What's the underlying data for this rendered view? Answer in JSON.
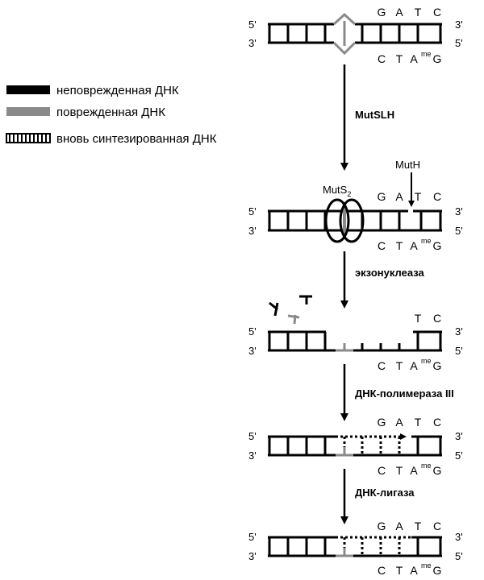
{
  "legend": {
    "undamaged": "неповрежденная ДНК",
    "damaged": "поврежденная ДНК",
    "new": "вновь синтезированная ДНК"
  },
  "strand_ends": {
    "five": "5'",
    "three": "3'"
  },
  "top_bases": [
    "G",
    "A",
    "T",
    "C"
  ],
  "top_bases_partial": [
    "T",
    "C"
  ],
  "bottom_bases": {
    "c": "C",
    "t": "T",
    "a": "A",
    "me": "me",
    "g": "G"
  },
  "steps": [
    "MutSLH",
    "экзонуклеаза",
    "ДНК-полимераза III",
    "ДНК-лигаза"
  ],
  "proteins": {
    "muts": "MutS",
    "muts_sub": "2",
    "muth": "MutH"
  },
  "colors": {
    "undamaged": "#000000",
    "damaged": "#8a8a8a"
  }
}
